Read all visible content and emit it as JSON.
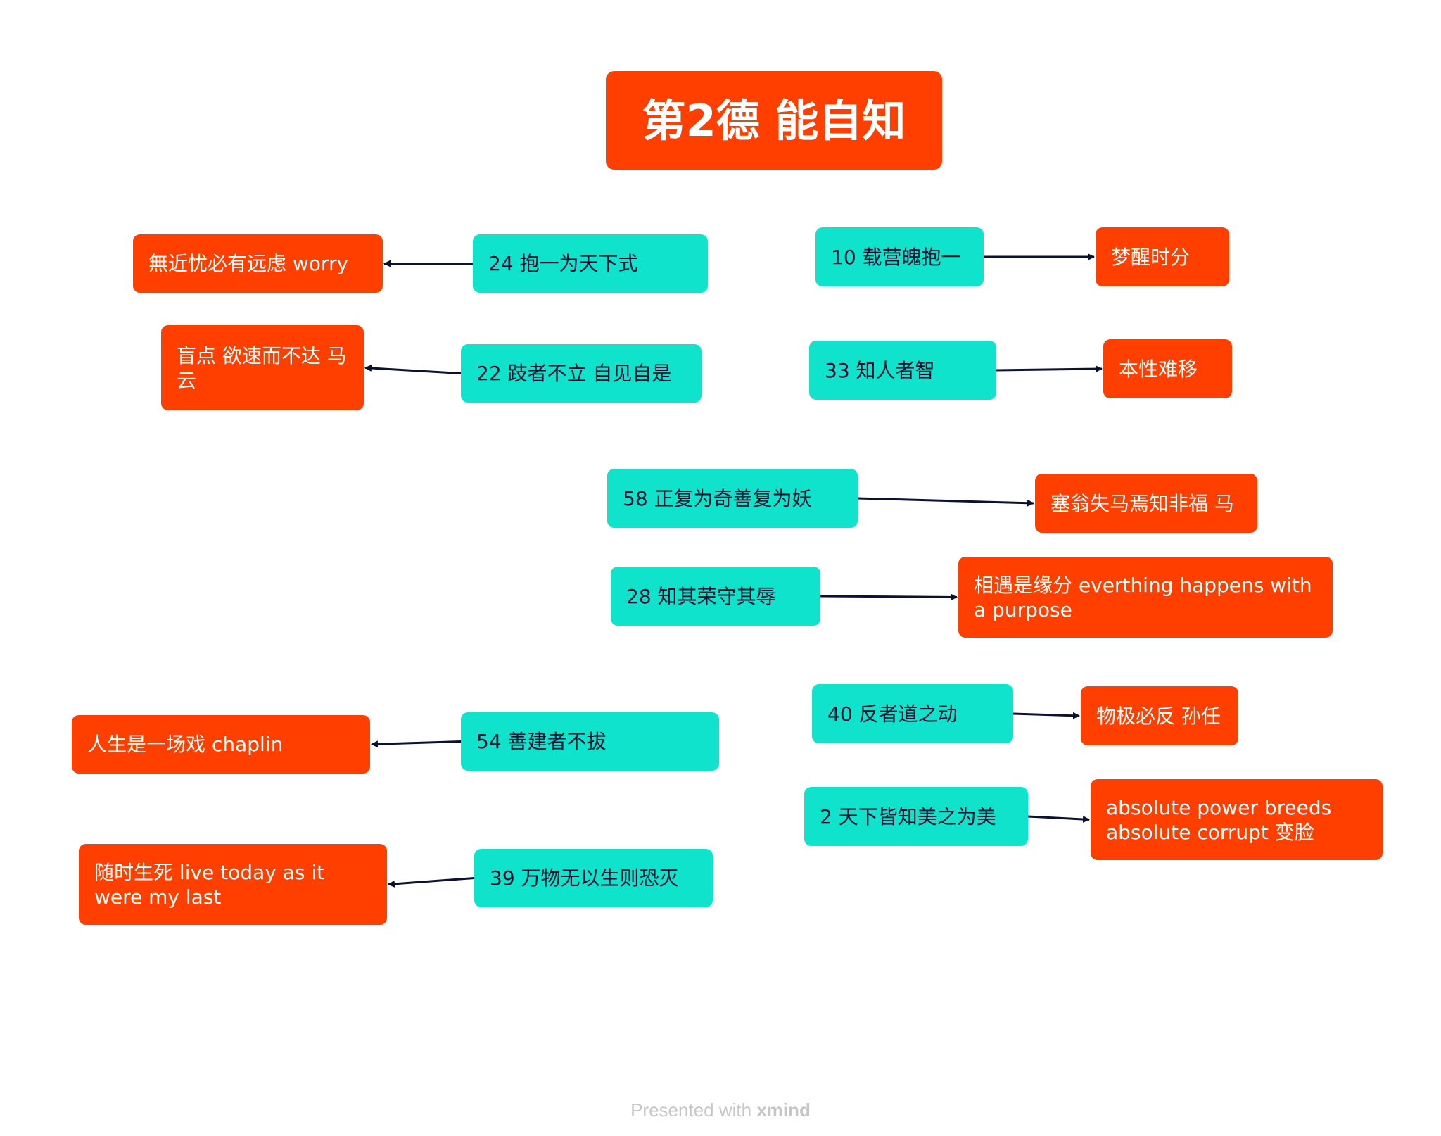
{
  "colors": {
    "root": "#ff3f00",
    "teal": "#0fe3cb",
    "orange": "#ff3f00",
    "line": "#0b1130",
    "white_text": "#ffffff",
    "dark_text": "#0b1130",
    "footer_text": "#c6c6c6"
  },
  "root": {
    "label": "第2德 能自知"
  },
  "left_branches": [
    {
      "topic": "24 抱一为天下式",
      "note": "無近忧必有远虑 worry"
    },
    {
      "topic": "22 跂者不立 自见自是",
      "note": "盲点 欲速而不达 马云"
    },
    {
      "topic": "54 善建者不拔",
      "note": "人生是一场戏 chaplin"
    },
    {
      "topic": "39 万物无以生则恐灭",
      "note": "随时生死 live today as it were my last"
    }
  ],
  "right_branches": [
    {
      "topic": "10 载营魄抱一",
      "note": "梦醒时分"
    },
    {
      "topic": "33 知人者智",
      "note": "本性难移"
    },
    {
      "topic": "58 正复为奇善复为妖",
      "note": "塞翁失马焉知非福 马"
    },
    {
      "topic": "28 知其荣守其辱",
      "note": "相遇是缘分 everthing happens with a purpose"
    },
    {
      "topic": "40 反者道之动",
      "note": "物极必反 孙任"
    },
    {
      "topic": "2 天下皆知美之为美",
      "note": "absolute power breeds absolute corrupt 变脸"
    }
  ],
  "footer": {
    "prefix": "Presented with ",
    "brand": "xmind"
  }
}
